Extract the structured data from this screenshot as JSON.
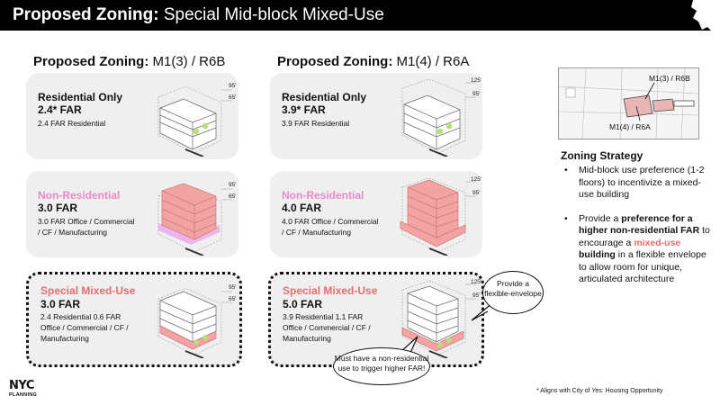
{
  "header": {
    "title_bold": "Proposed Zoning:",
    "title_rest": " Special Mid-block Mixed-Use"
  },
  "columns": [
    {
      "title_bold": "Proposed Zoning:",
      "title_rest": " M1(3) / R6B",
      "cards": [
        {
          "title": "Residential Only",
          "far": "2.4* FAR",
          "detail": "2.4 FAR Residential"
        },
        {
          "title": "Non-Residential",
          "far": "3.0 FAR",
          "detail": "3.0 FAR Office / Commercial / CF / Manufacturing"
        },
        {
          "title": "Special Mixed-Use",
          "far": "3.0 FAR",
          "detail": "2.4 Residential 0.6 FAR Office / Commercial / CF / Manufacturing"
        }
      ],
      "heights": {
        "high": "95'",
        "low": "65'"
      }
    },
    {
      "title_bold": "Proposed Zoning:",
      "title_rest": " M1(4) / R6A",
      "cards": [
        {
          "title": "Residential Only",
          "far": "3.9* FAR",
          "detail": "3.9 FAR Residential"
        },
        {
          "title": "Non-Residential",
          "far": "4.0 FAR",
          "detail": "4.0 FAR Office / Commercial / CF / Manufacturing"
        },
        {
          "title": "Special Mixed-Use",
          "far": "5.0 FAR",
          "detail": "3.9 Residential 1.1 FAR Office / Commercial / CF / Manufacturing"
        }
      ],
      "heights": {
        "high": "125'",
        "low": "95'"
      }
    }
  ],
  "map": {
    "label_top": "M1(3) / R6B",
    "label_bottom": "M1(4) / R6A"
  },
  "strategy": {
    "title": "Zoning Strategy",
    "item1": "Mid-block use preference (1-2 floors) to incentivize a mixed-use building",
    "item2_a": "Provide a ",
    "item2_b": "preference for a higher non-residential FAR",
    "item2_c": " to encourage a ",
    "item2_d": "mixed-use",
    "item2_e": " building",
    "item2_f": " in a flexible envelope to allow room for unique, articulated architecture"
  },
  "bubbles": {
    "flexible": "Provide a flexible-envelope",
    "must": "Must have a non-residential use to trigger higher FAR!"
  },
  "footnote": "* Aligns with City of Yes: Housing Opportunity",
  "logo": {
    "nyc": "NYC",
    "planning": "PLANNING"
  },
  "colors": {
    "pink_mass": "#f2a4a4",
    "lavender_base": "#e9a6e6",
    "green_tree": "#b8e07a",
    "salmon_text": "#e26f6f",
    "pink_text": "#e88ac9"
  }
}
